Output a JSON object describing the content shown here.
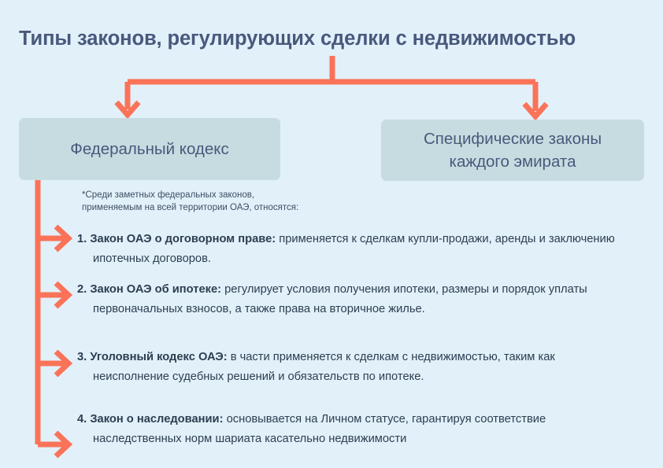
{
  "page": {
    "title": "Типы законов, регулирующих сделки с недвижимостью",
    "background_color": "#e2f0fa",
    "accent_color": "#fa7358",
    "box_color": "#c6dce0",
    "title_color": "#49597c",
    "text_color": "#2c3e50"
  },
  "categories": [
    {
      "label": "Федеральный кодекс"
    },
    {
      "label": "Специфические законы каждого эмирата"
    }
  ],
  "footnote": {
    "line1": "*Среди заметных федеральных законов,",
    "line2": "применяемым на всей территории ОАЭ, относятся:"
  },
  "laws": [
    {
      "number": "1.",
      "lead": "Закон ОАЭ о договорном праве",
      "separator": ": ",
      "description": "применяется к сделкам купли-продажи, аренды и заключению ипотечных договоров."
    },
    {
      "number": "2.",
      "lead": "Закон ОАЭ об ипотеке",
      "separator": ": ",
      "description": "регулирует условия получения ипотеки, размеры и порядок уплаты первоначальных взносов, а также права на вторичное жилье."
    },
    {
      "number": "3.",
      "lead": "Уголовный кодекс ОАЭ",
      "separator": ": ",
      "description": "в части применяется к сделкам с недвижимостью, таким как неисполнение судебных решений и обязательств по ипотеке."
    },
    {
      "number": "4.",
      "lead": "Закон о наследовании",
      "separator": ": ",
      "description": "основывается на Личном статусе, гарантируя соответствие наследственных норм шариата касательно недвижимости"
    }
  ]
}
